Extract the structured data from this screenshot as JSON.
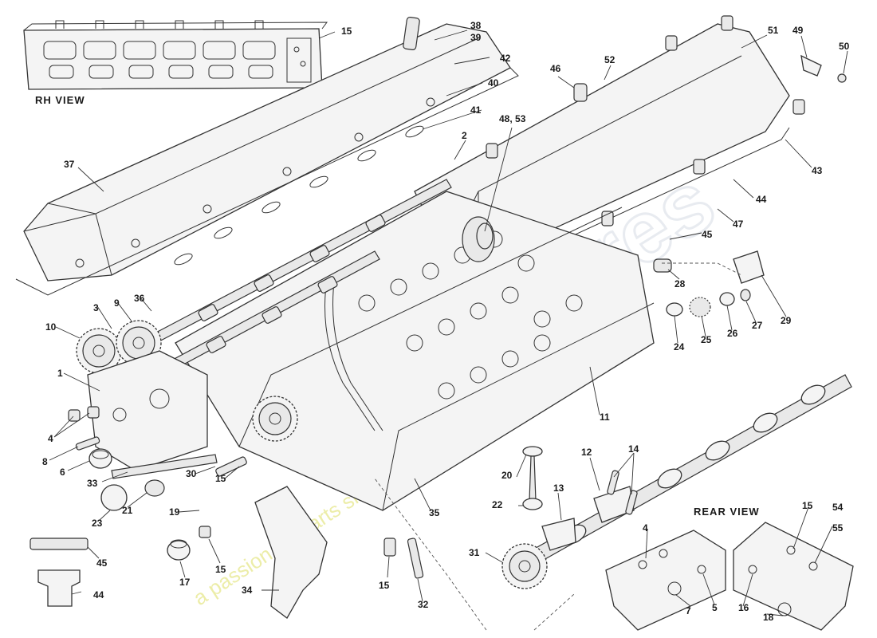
{
  "views": {
    "rh_view": "RH  VIEW",
    "rear_view": "REAR  VIEW"
  },
  "watermark": {
    "tagline": "a passion for parts since 1985"
  },
  "labels": [
    {
      "id": "15a",
      "text": "15"
    },
    {
      "id": "38",
      "text": "38"
    },
    {
      "id": "39",
      "text": "39"
    },
    {
      "id": "42",
      "text": "42"
    },
    {
      "id": "40",
      "text": "40"
    },
    {
      "id": "41",
      "text": "41"
    },
    {
      "id": "37",
      "text": "37"
    },
    {
      "id": "2",
      "text": "2"
    },
    {
      "id": "46",
      "text": "46"
    },
    {
      "id": "52",
      "text": "52"
    },
    {
      "id": "48_53",
      "text": "48,  53"
    },
    {
      "id": "51",
      "text": "51"
    },
    {
      "id": "49",
      "text": "49"
    },
    {
      "id": "50",
      "text": "50"
    },
    {
      "id": "43",
      "text": "43"
    },
    {
      "id": "44a",
      "text": "44"
    },
    {
      "id": "47",
      "text": "47"
    },
    {
      "id": "45a",
      "text": "45"
    },
    {
      "id": "28",
      "text": "28"
    },
    {
      "id": "29",
      "text": "29"
    },
    {
      "id": "24",
      "text": "24"
    },
    {
      "id": "25",
      "text": "25"
    },
    {
      "id": "26",
      "text": "26"
    },
    {
      "id": "27",
      "text": "27"
    },
    {
      "id": "3",
      "text": "3"
    },
    {
      "id": "9",
      "text": "9"
    },
    {
      "id": "36",
      "text": "36"
    },
    {
      "id": "10",
      "text": "10"
    },
    {
      "id": "1",
      "text": "1"
    },
    {
      "id": "4a",
      "text": "4"
    },
    {
      "id": "8",
      "text": "8"
    },
    {
      "id": "6",
      "text": "6"
    },
    {
      "id": "33",
      "text": "33"
    },
    {
      "id": "30",
      "text": "30"
    },
    {
      "id": "15b",
      "text": "15"
    },
    {
      "id": "23",
      "text": "23"
    },
    {
      "id": "21",
      "text": "21"
    },
    {
      "id": "19",
      "text": "19"
    },
    {
      "id": "45b",
      "text": "45"
    },
    {
      "id": "44b",
      "text": "44"
    },
    {
      "id": "17",
      "text": "17"
    },
    {
      "id": "15c",
      "text": "15"
    },
    {
      "id": "34",
      "text": "34"
    },
    {
      "id": "15d",
      "text": "15"
    },
    {
      "id": "32",
      "text": "32"
    },
    {
      "id": "35",
      "text": "35"
    },
    {
      "id": "11",
      "text": "11"
    },
    {
      "id": "20",
      "text": "20"
    },
    {
      "id": "22",
      "text": "22"
    },
    {
      "id": "12",
      "text": "12"
    },
    {
      "id": "13",
      "text": "13"
    },
    {
      "id": "14",
      "text": "14"
    },
    {
      "id": "31",
      "text": "31"
    },
    {
      "id": "4b",
      "text": "4"
    },
    {
      "id": "15e",
      "text": "15"
    },
    {
      "id": "54",
      "text": "54"
    },
    {
      "id": "55",
      "text": "55"
    },
    {
      "id": "7",
      "text": "7"
    },
    {
      "id": "5",
      "text": "5"
    },
    {
      "id": "16",
      "text": "16"
    },
    {
      "id": "18",
      "text": "18"
    }
  ]
}
